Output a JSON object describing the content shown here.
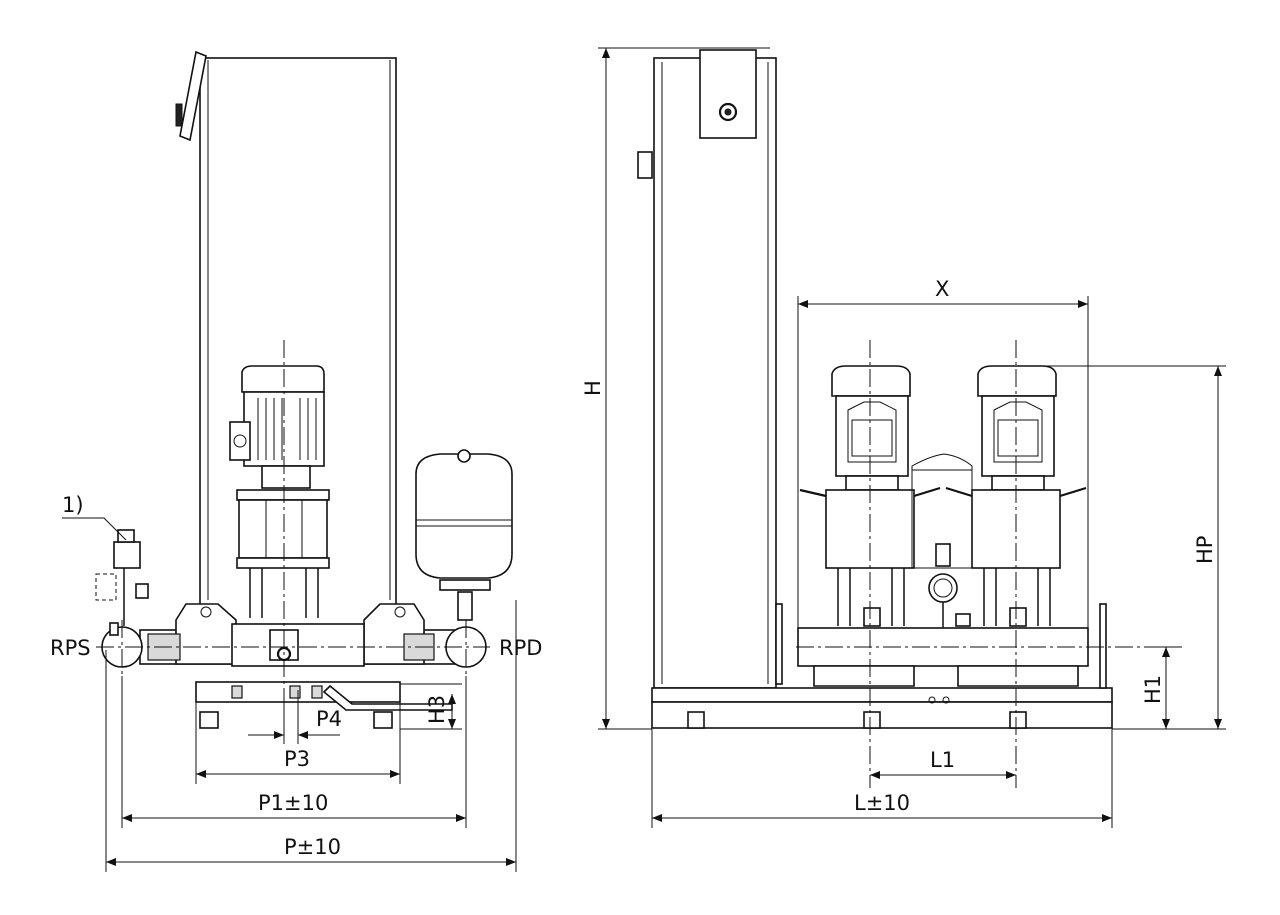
{
  "labels": {
    "note": "1)",
    "rps": "RPS",
    "rpd": "RPD",
    "p4": "P4",
    "h3": "H3",
    "p3": "P3",
    "p1": "P1±10",
    "p": "P±10",
    "h": "H",
    "x": "X",
    "hp": "HP",
    "h1": "H1",
    "l1": "L1",
    "l": "L±10"
  },
  "colors": {
    "line": "#111111",
    "background": "#ffffff"
  }
}
